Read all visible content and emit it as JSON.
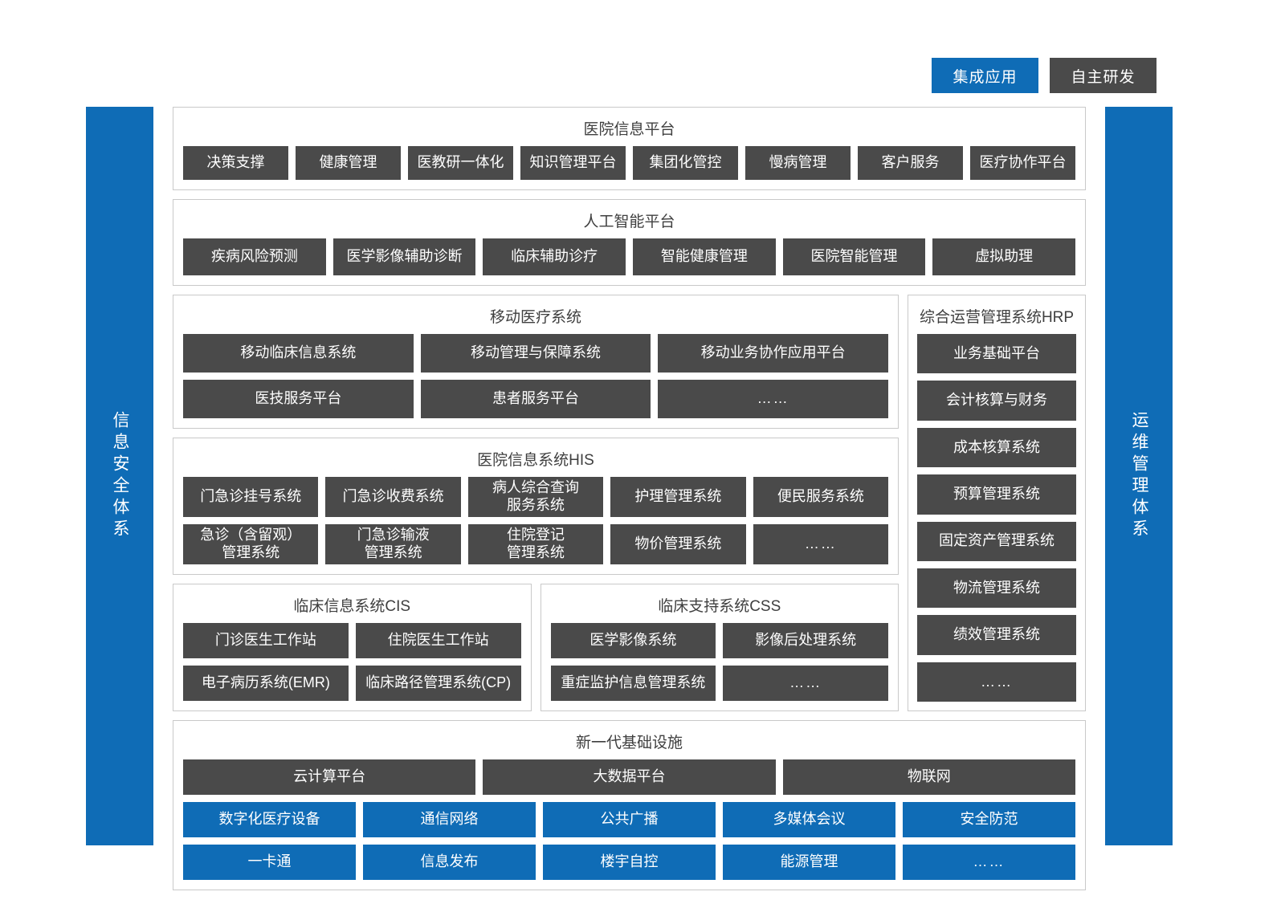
{
  "legend": {
    "items": [
      {
        "label": "集成应用",
        "color": "#0f6cb6",
        "type": "integrated"
      },
      {
        "label": "自主研发",
        "color": "#4a4a4a",
        "type": "self-developed"
      }
    ]
  },
  "left_bar": {
    "label": "信息安全体系"
  },
  "right_bar": {
    "label": "运维管理体系"
  },
  "sections": {
    "hospital_platform": {
      "title": "医院信息平台",
      "items": [
        "决策支撑",
        "健康管理",
        "医教研一体化",
        "知识管理平台",
        "集团化管控",
        "慢病管理",
        "客户服务",
        "医疗协作平台"
      ]
    },
    "ai_platform": {
      "title": "人工智能平台",
      "items": [
        "疾病风险预测",
        "医学影像辅助诊断",
        "临床辅助诊疗",
        "智能健康管理",
        "医院智能管理",
        "虚拟助理"
      ]
    },
    "mobile_medical": {
      "title": "移动医疗系统",
      "row1": [
        "移动临床信息系统",
        "移动管理与保障系统",
        "移动业务协作应用平台"
      ],
      "row2": [
        "医技服务平台",
        "患者服务平台",
        "……"
      ]
    },
    "hrp": {
      "title": "综合运营管理系统HRP",
      "items": [
        "业务基础平台",
        "会计核算与财务",
        "成本核算系统",
        "预算管理系统",
        "固定资产管理系统",
        "物流管理系统",
        "绩效管理系统",
        "……"
      ]
    },
    "his": {
      "title": "医院信息系统HIS",
      "row1": [
        "门急诊挂号系统",
        "门急诊收费系统",
        "病人综合查询\n服务系统",
        "护理管理系统",
        "便民服务系统"
      ],
      "row2": [
        "急诊（含留观）\n管理系统",
        "门急诊输液\n管理系统",
        "住院登记\n管理系统",
        "物价管理系统",
        "……"
      ]
    },
    "cis": {
      "title": "临床信息系统CIS",
      "row1": [
        "门诊医生工作站",
        "住院医生工作站"
      ],
      "row2": [
        "电子病历系统(EMR)",
        "临床路径管理系统(CP)"
      ]
    },
    "css": {
      "title": "临床支持系统CSS",
      "row1": [
        "医学影像系统",
        "影像后处理系统"
      ],
      "row2": [
        "重症监护信息管理系统",
        "……"
      ]
    },
    "infrastructure": {
      "title": "新一代基础设施",
      "row1": [
        "云计算平台",
        "大数据平台",
        "物联网"
      ],
      "row2": [
        "数字化医疗设备",
        "通信网络",
        "公共广播",
        "多媒体会议",
        "安全防范"
      ],
      "row3": [
        "一卡通",
        "信息发布",
        "楼宇自控",
        "能源管理",
        "……"
      ]
    }
  },
  "colors": {
    "blue": "#0f6cb6",
    "gray": "#4a4a4a",
    "border": "#c9c9c9",
    "background": "#ffffff"
  }
}
